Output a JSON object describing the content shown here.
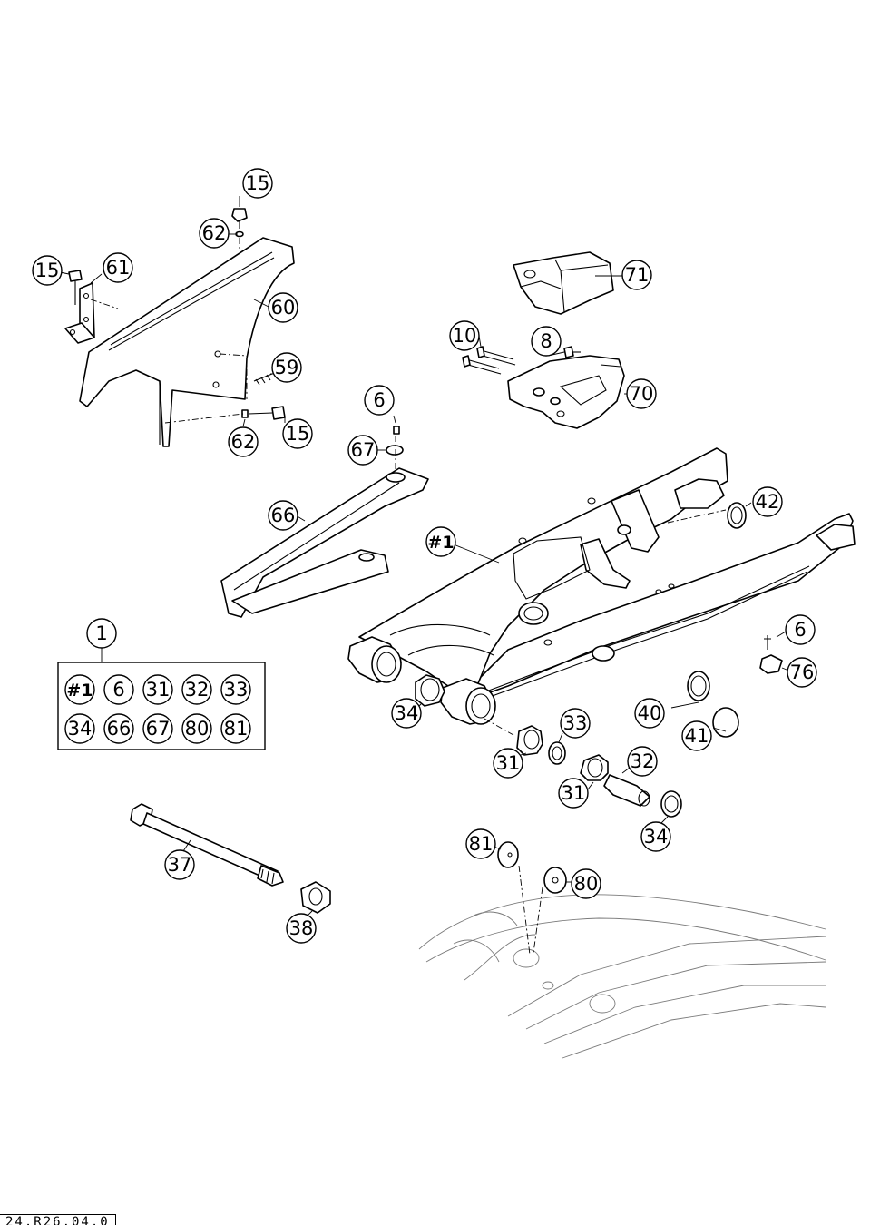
{
  "callouts": [
    {
      "label": "15"
    },
    {
      "label": "62"
    },
    {
      "label": "15"
    },
    {
      "label": "61"
    },
    {
      "label": "60"
    },
    {
      "label": "59"
    },
    {
      "label": "62"
    },
    {
      "label": "15"
    },
    {
      "label": "6"
    },
    {
      "label": "67"
    },
    {
      "label": "66"
    },
    {
      "label": "71"
    },
    {
      "label": "10"
    },
    {
      "label": "8"
    },
    {
      "label": "70"
    },
    {
      "label": "42"
    },
    {
      "label": "#1"
    },
    {
      "label": "6"
    },
    {
      "label": "76"
    },
    {
      "label": "40"
    },
    {
      "label": "41"
    },
    {
      "label": "34"
    },
    {
      "label": "33"
    },
    {
      "label": "31"
    },
    {
      "label": "32"
    },
    {
      "label": "31"
    },
    {
      "label": "34"
    },
    {
      "label": "37"
    },
    {
      "label": "38"
    },
    {
      "label": "81"
    },
    {
      "label": "80"
    }
  ],
  "kit": {
    "title": "1",
    "items": [
      "#1",
      "6",
      "31",
      "32",
      "33",
      "34",
      "66",
      "67",
      "80",
      "81"
    ]
  },
  "reference_code": "24.R26.04.0"
}
